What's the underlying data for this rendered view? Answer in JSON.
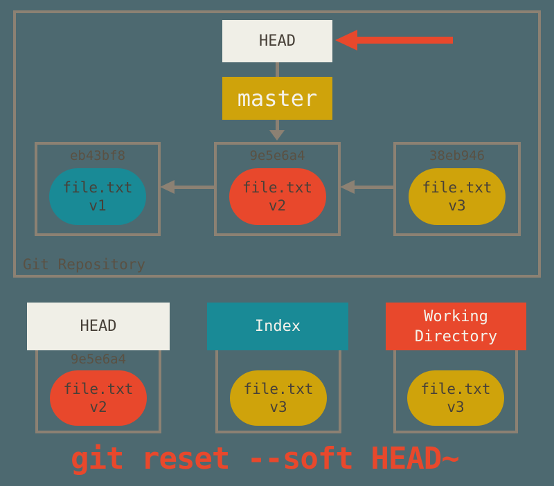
{
  "palette": {
    "background": "#4d6970",
    "border": "#8c8173",
    "cream": "#f0efe7",
    "gold": "#cfa30b",
    "teal": "#198a96",
    "red": "#e8482c",
    "dark_text": "#474038",
    "hash_text": "#5a5143",
    "light_text": "#f4f2ea"
  },
  "repository": {
    "label": "Git Repository",
    "head": {
      "label": "HEAD",
      "fill": "cream",
      "color": "dark_text"
    },
    "branch": {
      "label": "master",
      "fill": "gold",
      "color": "light_text"
    },
    "commits": [
      {
        "hash": "eb43bf8",
        "file": "file.txt",
        "version": "v1",
        "fill": "teal"
      },
      {
        "hash": "9e5e6a4",
        "file": "file.txt",
        "version": "v2",
        "fill": "red"
      },
      {
        "hash": "38eb946",
        "file": "file.txt",
        "version": "v3",
        "fill": "gold"
      }
    ]
  },
  "areas": [
    {
      "title": "HEAD",
      "title_fill": "cream",
      "title_color": "dark_text",
      "hash": "9e5e6a4",
      "file": "file.txt",
      "version": "v2",
      "fill": "red"
    },
    {
      "title": "Index",
      "title_fill": "teal",
      "title_color": "light_text",
      "hash": "",
      "file": "file.txt",
      "version": "v3",
      "fill": "gold"
    },
    {
      "title": "Working Directory",
      "title_fill": "red",
      "title_color": "light_text",
      "hash": "",
      "file": "file.txt",
      "version": "v3",
      "fill": "gold"
    }
  ],
  "caption": "git reset --soft HEAD~"
}
